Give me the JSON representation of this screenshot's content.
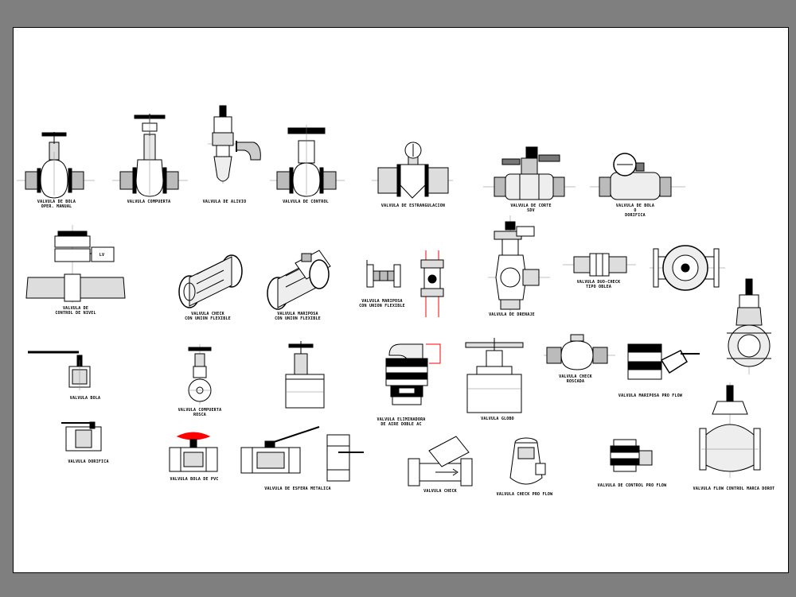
{
  "drawing": {
    "colors": {
      "background": "#7f7f7f",
      "sheet": "#ffffff",
      "line": "#000000",
      "centerline": "#808080",
      "accent_red": "#ff0000"
    },
    "labels": {
      "globo_manual_1": "VALVULA DE BOLA",
      "globo_manual_2": "OPER. MANUAL",
      "compuerta": "VALVULA COMPUERTA",
      "alivio": "VALVULA DE ALIVIO",
      "control": "VALVULA DE CONTROL",
      "estrangulacion": "VALVULA DE ESTRANGULACION",
      "corte_1": "VALVULA DE CORTE",
      "corte_2": "SDV",
      "bola_dorifica_1": "VALVULA DE BOLA",
      "bola_dorifica_2": "O",
      "bola_dorifica_3": "DORIFICA",
      "nivel_1": "VALVULA DE",
      "nivel_2": "CONTROL DE NIVEL",
      "check_flexible_1": "VALVULA CHECK",
      "check_flexible_2": "CON UNION FLEXIBLE",
      "mariposa_flexible_1": "VALVULA MARIPOSA",
      "mariposa_flexible_2": "CON UNION FLEXIBLE",
      "mariposa_flex_b_1": "VALVULA MARIPOSA",
      "mariposa_flex_b_2": "CON UNION FLEXIBLE",
      "drenaje": "VALVULA DE DRENAJE",
      "duo_check_1": "VALVULA DUO-CHECK",
      "duo_check_2": "TIPO OBLEA",
      "bola": "VALVULA BOLA",
      "compuerta_roscada_1": "VALVULA COMPUERTA",
      "compuerta_roscada_2": "ROSCA",
      "eliminadora_1": "VALVULA ELIMINADORA",
      "eliminadora_2": "DE AIRE DOBLE AC",
      "globo": "VALVULA GLOBO",
      "check_roscada_1": "VALVULA CHECK",
      "check_roscada_2": "ROSCADA",
      "mariposa_pro_flow": "VALVULA MARIPOSA PRO FLOW",
      "dorifica": "VALVULA DORIFICA",
      "bola_pvc": "VALVULA BOLA DE PVC",
      "esfera_metalica": "VALVULA DE ESFERA METALICA",
      "check": "VALVULA CHECK",
      "check_pro_flow": "VALVULA CHECK PRO FLOW",
      "control_pro_flow": "VALVULA DE CONTROL PRO FLOW",
      "flow_control": "VALVULA FLOW CONTROL MARCA DOROT",
      "lv_box": "LV"
    }
  }
}
